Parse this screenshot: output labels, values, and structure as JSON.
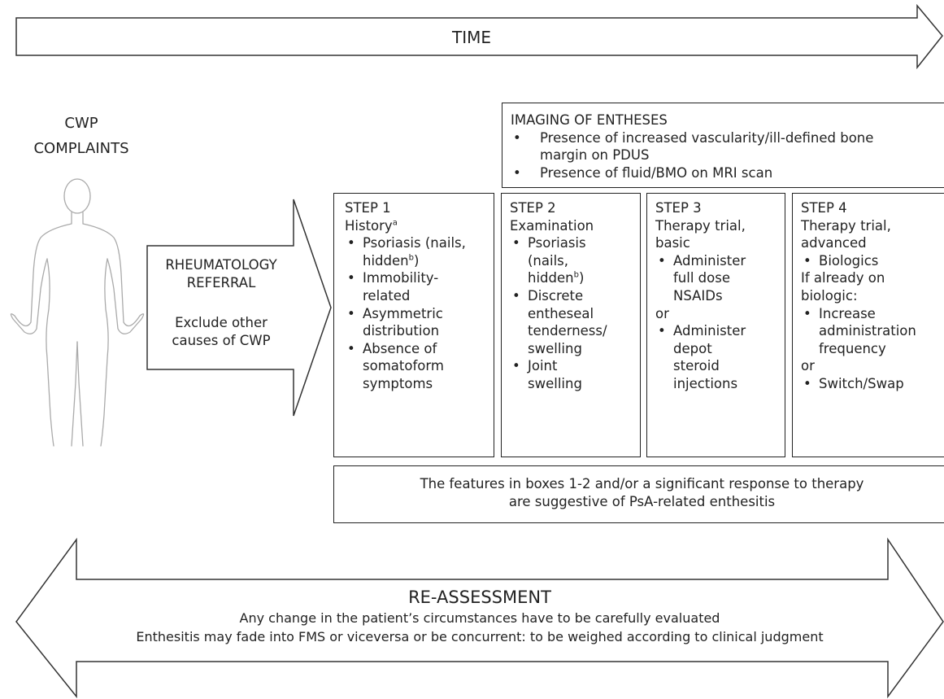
{
  "time_label": "TIME",
  "cwp": {
    "line1": "CWP",
    "line2": "COMPLAINTS"
  },
  "referral": {
    "line1": "RHEUMATOLOGY",
    "line2": "REFERRAL",
    "line3": "Exclude other",
    "line4": "causes of CWP"
  },
  "imaging": {
    "title": "IMAGING OF ENTHESES",
    "item1_line1": "Presence of increased vascularity/ill-defined bone",
    "item1_line2": "margin on PDUS",
    "item2": "Presence of fluid/BMO on MRI scan"
  },
  "step1": {
    "title": "STEP 1",
    "subtitle": "History",
    "subtitle_sup": "a",
    "b1_l1": "Psoriasis (nails,",
    "b1_l2": "hidden",
    "b1_sup": "b",
    "b1_tail": ")",
    "b2_l1": "Immobility-",
    "b2_l2": "related",
    "b3_l1": "Asymmetric",
    "b3_l2": "distribution",
    "b4_l1": "Absence of",
    "b4_l2": "somatoform",
    "b4_l3": "symptoms"
  },
  "step2": {
    "title": "STEP 2",
    "subtitle": "Examination",
    "b1_l1": "Psoriasis",
    "b1_l2": "(nails,",
    "b1_l3": "hidden",
    "b1_sup": "b",
    "b1_tail": ")",
    "b2_l1": "Discrete",
    "b2_l2": "entheseal",
    "b2_l3": "tenderness/",
    "b2_l4": "swelling",
    "b3_l1": "Joint",
    "b3_l2": "swelling"
  },
  "step3": {
    "title": "STEP 3",
    "subtitle_l1": "Therapy trial,",
    "subtitle_l2": "basic",
    "b1_l1": "Administer",
    "b1_l2": "full dose",
    "b1_l3": "NSAIDs",
    "or": "or",
    "b2_l1": "Administer",
    "b2_l2": "depot",
    "b2_l3": "steroid",
    "b2_l4": "injections"
  },
  "step4": {
    "title": "STEP 4",
    "subtitle_l1": "Therapy trial,",
    "subtitle_l2": "advanced",
    "b1": "Biologics",
    "cond_l1": "If already on",
    "cond_l2": "biologic:",
    "b2_l1": "Increase",
    "b2_l2": "administration",
    "b2_l3": "frequency",
    "or": "or",
    "b3": "Switch/Swap"
  },
  "summary": {
    "line1": "The features in boxes 1-2 and/or a significant response to therapy",
    "line2": "are suggestive of PsA-related enthesitis"
  },
  "reassessment": {
    "title": "RE-ASSESSMENT",
    "line1": "Any change in  the patient’s circumstances have to be carefully evaluated",
    "line2": "Enthesitis may fade into FMS or viceversa or be concurrent: to be weighed according to clinical judgment"
  }
}
